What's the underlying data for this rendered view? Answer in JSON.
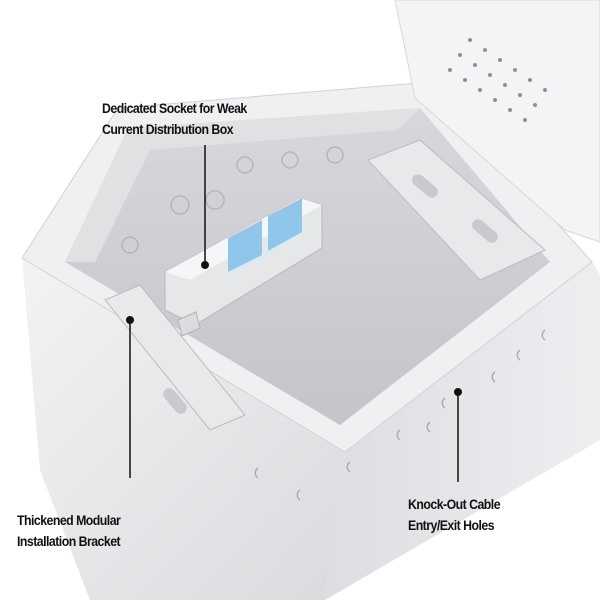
{
  "callouts": {
    "socket": {
      "line1": "Dedicated Socket for Weak",
      "line2": "Current Distribution Box"
    },
    "bracket": {
      "line1": "Thickened Modular",
      "line2": "Installation Bracket"
    },
    "holes": {
      "line1": "Knock-Out Cable",
      "line2": "Entry/Exit Holes"
    }
  },
  "colors": {
    "box": "#e9eaec",
    "interior": "#c9cbce",
    "socket_face": "#8fc6ea",
    "text": "#111111"
  }
}
